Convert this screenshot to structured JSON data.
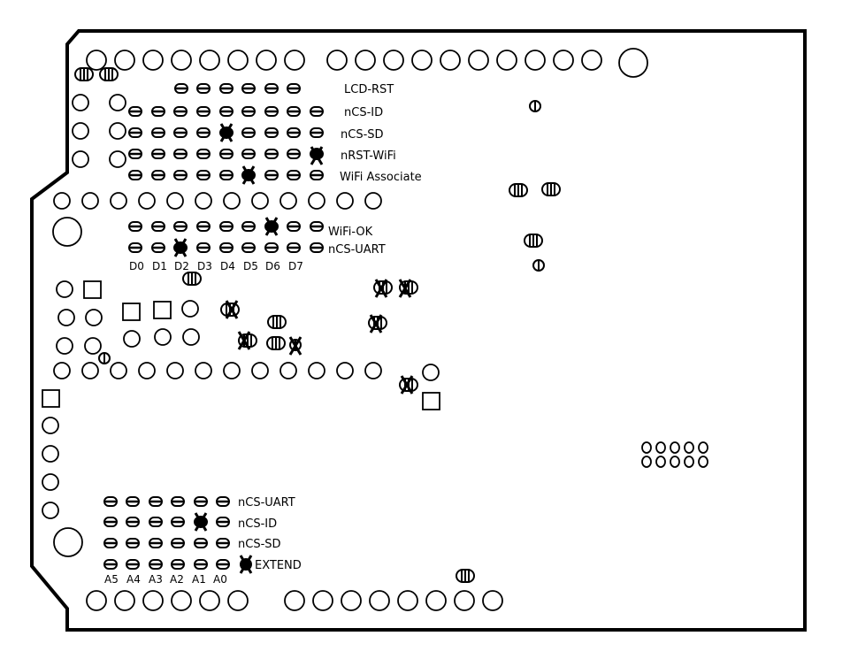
{
  "top_jumpers": {
    "row_labels": [
      "LCD-RST",
      "nCS-ID",
      "nCS-SD",
      "nRST-WiFi",
      "WiFi Associate"
    ],
    "row_labels_2": [
      "WiFi-OK",
      "nCS-UART"
    ],
    "column_labels": [
      "D0",
      "D1",
      "D2",
      "D3",
      "D4",
      "D5",
      "D6",
      "D7"
    ]
  },
  "bottom_jumpers": {
    "row_labels": [
      "nCS-UART",
      "nCS-ID",
      "nCS-SD",
      "EXTEND"
    ],
    "column_labels": [
      "A5",
      "A4",
      "A3",
      "A2",
      "A1",
      "A0"
    ]
  },
  "colors": {
    "ink": "#000000",
    "background": "#ffffff"
  }
}
